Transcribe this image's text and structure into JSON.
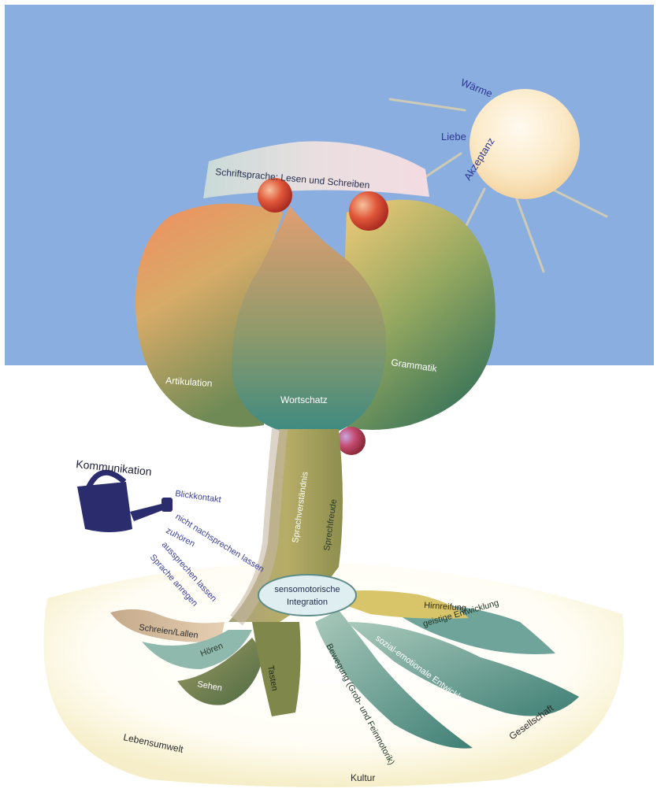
{
  "colors": {
    "sky": "#8aaedf",
    "ground": "#ffffff",
    "sun": "#fbe7bf",
    "sun_text": "#2d3694",
    "watering_can": "#2b2c6e",
    "can_text": "#3a3f9a"
  },
  "sun": {
    "words": [
      "Wärme",
      "Liebe",
      "Akzeptanz"
    ]
  },
  "crown": {
    "banner": "Schriftsprache: Lesen und Schreiben",
    "left": "Artikulation",
    "middle": "Wortschatz",
    "right": "Grammatik"
  },
  "trunk": {
    "left": "Sprachverständnis",
    "right": "Sprechfreude",
    "center_line1": "sensomotorische",
    "center_line2": "Integration"
  },
  "watering_can": {
    "title": "Kommunikation",
    "items": [
      "Blickkontakt",
      "nicht nachsprechen lassen",
      "zuhören",
      "aussprechen lassen",
      "Sprache anregen"
    ]
  },
  "roots": {
    "schreien": "Schreien/Lallen",
    "hoeren": "Hören",
    "sehen": "Sehen",
    "tasten": "Tasten",
    "bewegung": "Bewegung (Grob- und Feinmotorik)",
    "sozial": "sozial-emotionale Entwicklung",
    "geistig": "geistige Entwicklung",
    "hirnreifung": "Hirnreifung"
  },
  "ground": {
    "lebensumwelt": "Lebensumwelt",
    "kultur": "Kultur",
    "gesellschaft": "Gesellschaft"
  }
}
